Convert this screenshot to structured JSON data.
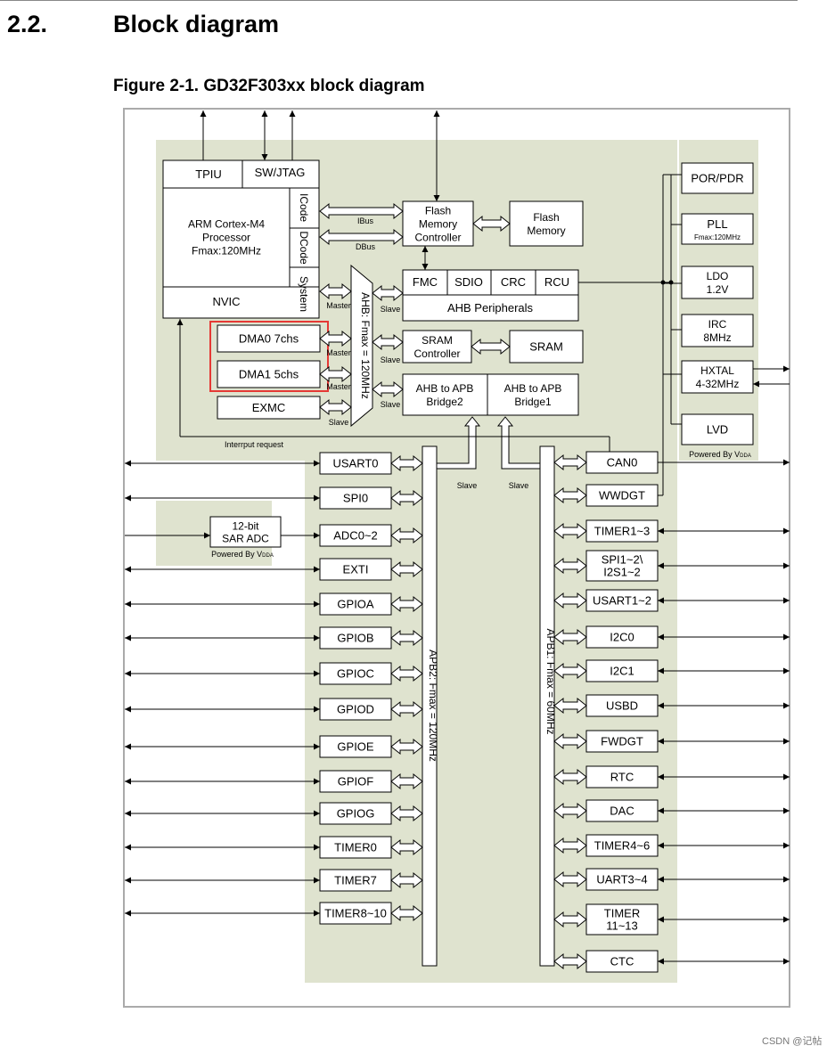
{
  "section": {
    "number": "2.2.",
    "title": "Block diagram"
  },
  "figure_title": "Figure 2-1. GD32F303xx block diagram",
  "colors": {
    "zone": "#dfe3cf",
    "frame": "#aaaaaa",
    "highlight": "#e53935"
  },
  "core": {
    "tpiu": "TPIU",
    "swjtag": "SW/JTAG",
    "cpu": [
      "ARM Cortex-M4",
      "Processor",
      "Fmax:120MHz"
    ],
    "nvic": "NVIC",
    "icode": "ICode",
    "dcode": "DCode",
    "system": "System"
  },
  "dma": {
    "dma0": "DMA0 7chs",
    "dma1": "DMA1 5chs",
    "exmc": "EXMC"
  },
  "bus_labels": {
    "ibus": "IBus",
    "dbus": "DBus",
    "master": "Master",
    "slave": "Slave",
    "interrupt": "Interrput request",
    "ahb": "AHB: Fmax = 120MHz",
    "apb2": "APB2: Fmax = 120MHz",
    "apb1": "APB1: Fmax = 60MHz"
  },
  "flash": {
    "controller": [
      "Flash",
      "Memory",
      "Controller"
    ],
    "memory": [
      "Flash",
      "Memory"
    ]
  },
  "ahb_periph": {
    "fmc": "FMC",
    "sdio": "SDIO",
    "crc": "CRC",
    "rcu": "RCU",
    "label": "AHB Peripherals"
  },
  "sram": {
    "controller": [
      "SRAM",
      "Controller"
    ],
    "memory": "SRAM"
  },
  "bridges": {
    "bridge2": [
      "AHB to APB",
      "Bridge2"
    ],
    "bridge1": [
      "AHB to APB",
      "Bridge1"
    ]
  },
  "power": {
    "por": "POR/PDR",
    "pll": "PLL",
    "pll_sub": "Fmax:120MHz",
    "ldo": [
      "LDO",
      "1.2V"
    ],
    "irc": [
      "IRC",
      "8MHz"
    ],
    "hxtal": [
      "HXTAL",
      "4-32MHz"
    ],
    "lvd": "LVD",
    "powered": "Powered By V",
    "vdda": "DDA"
  },
  "adc": {
    "name": [
      "12-bit",
      "SAR ADC"
    ],
    "powered": "Powered By V",
    "vdda": "DDA"
  },
  "apb2_periph": [
    "USART0",
    "SPI0",
    "ADC0~2",
    "EXTI",
    "GPIOA",
    "GPIOB",
    "GPIOC",
    "GPIOD",
    "GPIOE",
    "GPIOF",
    "GPIOG",
    "TIMER0",
    "TIMER7",
    "TIMER8~10"
  ],
  "apb1_periph": [
    [
      "CAN0"
    ],
    [
      "WWDGT"
    ],
    [
      "TIMER1~3"
    ],
    [
      "SPI1~2\\",
      "I2S1~2"
    ],
    [
      "USART1~2"
    ],
    [
      "I2C0"
    ],
    [
      "I2C1"
    ],
    [
      "USBD"
    ],
    [
      "FWDGT"
    ],
    [
      "RTC"
    ],
    [
      "DAC"
    ],
    [
      "TIMER4~6"
    ],
    [
      "UART3~4"
    ],
    [
      "TIMER",
      "11~13"
    ],
    [
      "CTC"
    ]
  ],
  "watermark": "CSDN @记帖"
}
